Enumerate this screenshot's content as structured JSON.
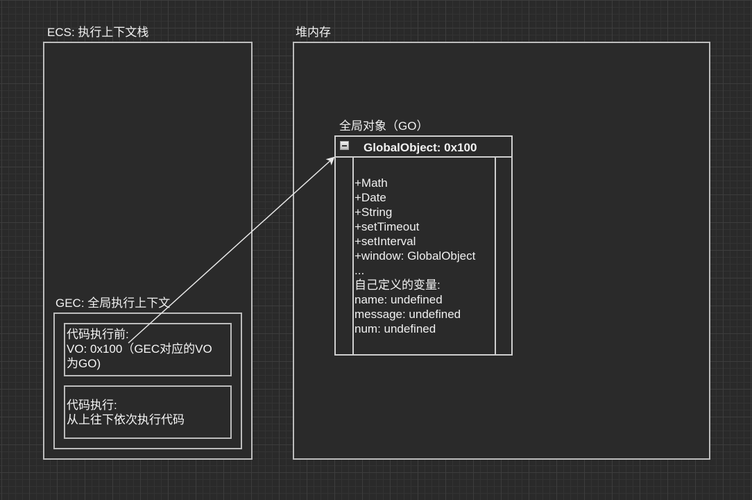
{
  "ecs": {
    "title": "ECS: 执行上下文栈"
  },
  "heap": {
    "title": "堆内存"
  },
  "gec": {
    "title": "GEC: 全局执行上下文",
    "before_box": {
      "line1": "代码执行前:",
      "line2": "VO: 0x100（GEC对应的VO",
      "line3": "为GO)"
    },
    "exec_box": {
      "line1": "代码执行:",
      "line2": "从上往下依次执行代码"
    }
  },
  "global_object": {
    "label": "全局对象（GO）",
    "class_title": "GlobalObject: 0x100",
    "members": [
      "+Math",
      "+Date",
      "+String",
      "+setTimeout",
      "+setInterval",
      "+window: GlobalObject",
      "...",
      "自己定义的变量:",
      "name: undefined",
      "message: undefined",
      "num: undefined"
    ]
  },
  "colors": {
    "background": "#2a2a2a",
    "grid": "#3d3d3d",
    "border": "#bdbdbd",
    "text": "#f0f0f0",
    "arrow": "#e8e8e8"
  },
  "icons": {
    "collapse": "collapse-minus-icon",
    "arrow": "arrow-head-icon"
  }
}
